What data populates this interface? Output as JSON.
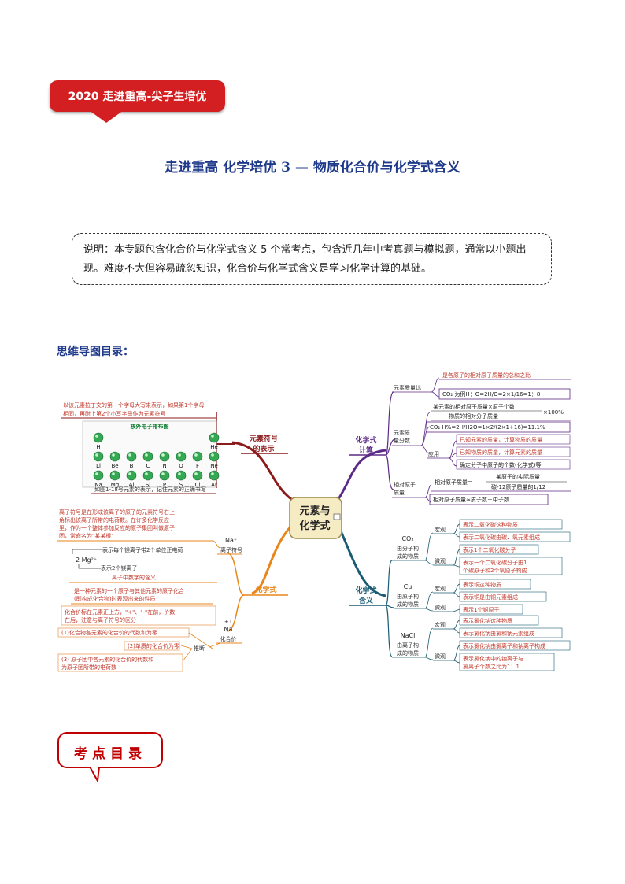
{
  "banner": {
    "text": "2020 走进重高-尖子生培优"
  },
  "title": "走进重高  化学培优 3 — 物质化合价与化学式含义",
  "note": "说明：本专题包含化合价与化学式含义 5 个常考点，包含近几年中考真题与模拟题，通常以小题出现。难度不大但容易疏忽知识，化合价与化学式含义是学习化学计算的基础。",
  "mindmap_heading": "思维导图目录：",
  "mindmap": {
    "center": [
      "元素与",
      "化学式"
    ],
    "left": {
      "symbol_branch": [
        "元素符号",
        "的表示"
      ],
      "symbol_note": [
        "以该元素拉丁文的第一个字母大写来表示，如果第1个字母",
        "相同，再附上第2个小写字母作为元素符号"
      ],
      "periodic_title": "核外电子排布图",
      "periodic_rows": [
        [
          "H",
          "",
          "",
          "",
          "",
          "",
          "",
          "He"
        ],
        [
          "Li",
          "Be",
          "B",
          "C",
          "N",
          "O",
          "F",
          "Ne"
        ],
        [
          "Na",
          "Mg",
          "Al",
          "Si",
          "P",
          "S",
          "Cl",
          "Ar"
        ]
      ],
      "periodic_caption": "如图1-18号元素的表示，记住元素的正确书写",
      "formula_branch": "化学式",
      "ion_note": [
        "离子符号是在形成该离子的原子的元素符号右上",
        "角标出该离子所带的电荷数。在许多化学反应",
        "里，作为一个整体参加反应的原子集团叫做原子",
        "团，常命名为\"某某根\""
      ],
      "ion_symbol": "Na⁺",
      "ion_label": "离子符号",
      "mg_formula": "2 Mg²⁺",
      "mg_note1": "表示每个镁离子带2个单位正电荷",
      "mg_note2": "表示2个镁离子",
      "mg_note3": "离子中数字的含义",
      "valence_note": [
        "是一种元素的一个原子与其他元素的原子化合",
        "(即构成化合物)时表现出来的性质"
      ],
      "valence_symbol_top": "+1",
      "valence_symbol": "Na",
      "valence_label": "化合价",
      "valence_write": [
        "化合价标在元素正上方，\"+\"、\"-\"在前，价数",
        "在后，注意与离子符号的区分"
      ],
      "rule1": "(1)化合物各元素的化合价的代数和为零",
      "rule2": "(2)单质的化合价为零",
      "rule3": [
        "(3) 原子团中各元素的化合价的代数和",
        "为原子团所带的电荷数"
      ],
      "infer_label": "推断"
    },
    "right": {
      "calc_branch": [
        "化学式",
        "计算"
      ],
      "mass_ratio": "元素质量比",
      "mass_ratio_def": "是各原子的相对原子质量的总和之比",
      "mass_ratio_ex": "CO₂ 为例H：O=2H/O=2×1/16=1：8",
      "mass_fraction": [
        "元素质",
        "量分数"
      ],
      "mf_formula_top": "某元素的相对原子质量×原子个数",
      "mf_formula_bottom": "物质的相对分子质量",
      "mf_formula_tail": "×100%",
      "mf_example": "CO₂ H%=2H/H2O=1×2/(2×1+16)=11.1%",
      "apply_label": "应用",
      "apply1": "已知元素的质量，计算物质的质量",
      "apply2": "已知物质的质量，计算元素的质量",
      "apply3": "确定分子中原子的个数(化学式)等",
      "rel_mass": [
        "相对原子",
        "质量"
      ],
      "rel_mass_f1": "相对原子质量＝",
      "rel_mass_f1_top": "某原子的实际质量",
      "rel_mass_f1_bottom": "碳-12原子质量的1/12",
      "rel_mass_f2": "相对原子质量≈质子数＋中子数",
      "meaning_branch": [
        "化学式",
        "含义"
      ],
      "co2_label": [
        "CO₂",
        "由分子构",
        "成的物质"
      ],
      "macro": "宏观",
      "micro": "微观",
      "co2_1": "表示二氧化碳这种物质",
      "co2_2": "表示二氧化碳由碳、氧元素组成",
      "co2_3": "表示1个二氧化碳分子",
      "co2_4": [
        "表示一个二氧化碳分子由1",
        "个碳原子和2个氧原子构成"
      ],
      "cu_label": [
        "Cu",
        "由原子构",
        "成的物质"
      ],
      "cu_1": "表示铜这种物质",
      "cu_2": "表示铜是由铜元素组成",
      "cu_3": "表示1个铜原子",
      "nacl_label": [
        "NaCl",
        "由离子构",
        "成的物质"
      ],
      "nacl_1": "表示氯化钠这种物质",
      "nacl_2": "表示氯化钠由氯和钠元素组成",
      "nacl_3": "表示氯化钠由氯离子和钠离子构成",
      "nacl_4": [
        "表示氯化钠中的钠离子与",
        "氯离子个数之比为1：1"
      ]
    }
  },
  "kaodian": {
    "text": "考点目录"
  },
  "colors": {
    "banner": "#d41f22",
    "title": "#1f3a8a",
    "left_branch": "#8b1a1a",
    "formula_branch": "#e8861a",
    "calc_branch": "#5b2a86",
    "meaning_branch": "#1a5c73",
    "note_text": "#c0392b",
    "line_blue": "#2c5aa0"
  }
}
